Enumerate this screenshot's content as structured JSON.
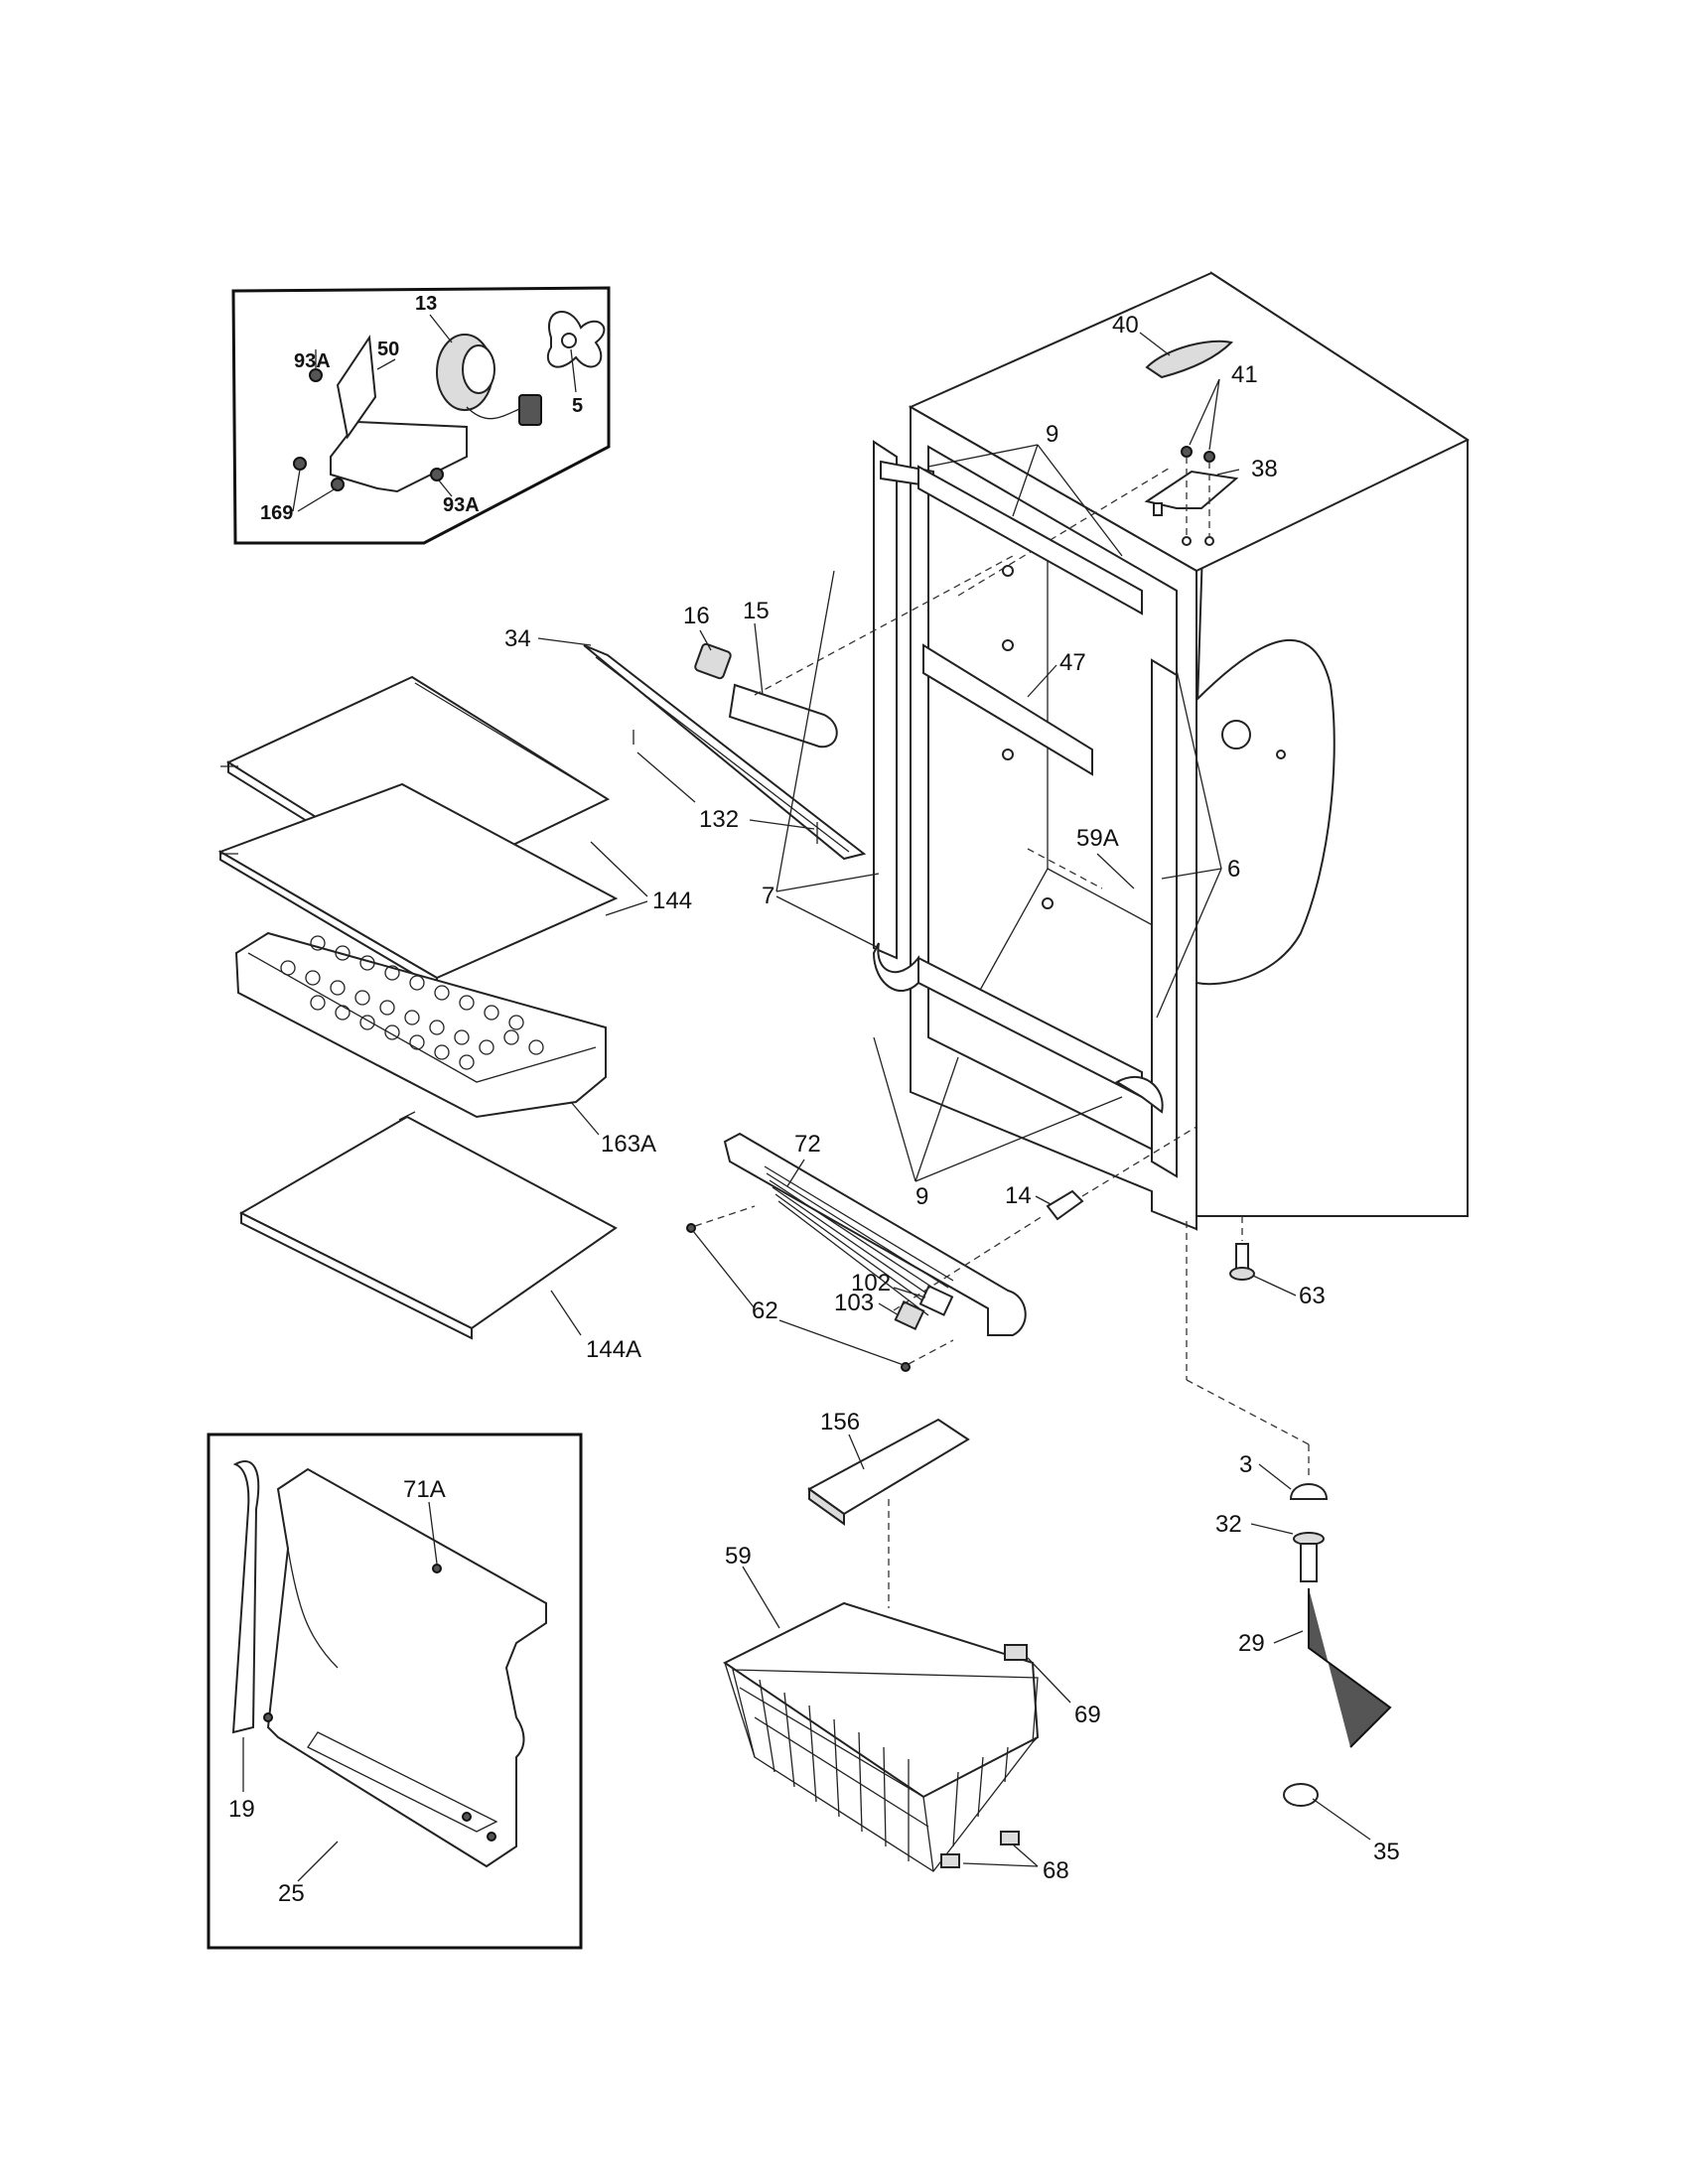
{
  "callouts": {
    "c13": "13",
    "c50": "50",
    "c93a_top": "93A",
    "c5": "5",
    "c169": "169",
    "c93a_bot": "93A",
    "c40": "40",
    "c41": "41",
    "c38": "38",
    "c9_top": "9",
    "c16": "16",
    "c15": "15",
    "c34": "34",
    "c47": "47",
    "c132": "132",
    "c144": "144",
    "c7": "7",
    "c59a": "59A",
    "c6": "6",
    "c163a": "163A",
    "c72": "72",
    "c9_bot": "9",
    "c14": "14",
    "c63": "63",
    "c102": "102",
    "c103": "103",
    "c62": "62",
    "c144a": "144A",
    "c71a": "71A",
    "c156": "156",
    "c3": "3",
    "c32": "32",
    "c59": "59",
    "c29": "29",
    "c69": "69",
    "c19": "19",
    "c35": "35",
    "c68": "68",
    "c25": "25"
  }
}
